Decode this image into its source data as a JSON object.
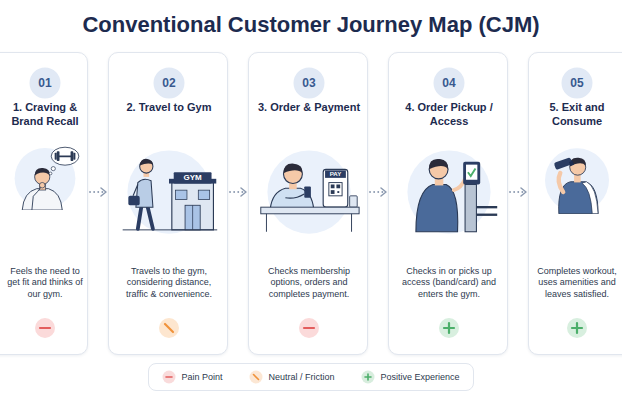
{
  "diagram": {
    "title": "Conventional Customer Journey Map (CJM)",
    "nodes": [
      {
        "text": [
          "1. Craving & Brand Recall",
          "Feels the need to get fit and thinks of our gym."
        ]
      },
      {
        "text": [
          "01"
        ],
        "in": 0
      },
      {
        "text": [
          "2. Travel to Gym",
          "Travels to the gym, considering distance, traffic & convenience."
        ]
      },
      {
        "text": [
          "02"
        ],
        "in": 2
      },
      {
        "text": [
          "3. Order & Payment",
          "Checks membership options, orders and completes payment."
        ]
      },
      {
        "text": [
          "03"
        ],
        "in": 4
      },
      {
        "text": [
          "4. Order Pickup / Access",
          "Checks in or picks up access (band/card) and enters the gym."
        ]
      },
      {
        "text": [
          "04"
        ],
        "in": 6
      },
      {
        "text": [
          "5. Exit and Consume",
          "Completes workout, uses amenities and leaves satisfied."
        ]
      },
      {
        "text": [
          "05"
        ],
        "in": 8
      }
    ],
    "edges": [
      {
        "from": 0,
        "to": 2,
        "arrow": "to"
      },
      {
        "from": 2,
        "to": 4,
        "arrow": "to"
      },
      {
        "from": 4,
        "to": 6,
        "arrow": "to"
      },
      {
        "from": 6,
        "to": 8,
        "arrow": "to"
      }
    ],
    "labels": [
      "GYM",
      "PAY"
    ],
    "legend": [
      {
        "text": "Pain Point",
        "color": "#e35d5d"
      },
      {
        "text": "Neutral / Friction",
        "color": "#f0923a"
      },
      {
        "text": "Positive Experience",
        "color": "#4caf6a"
      }
    ]
  }
}
